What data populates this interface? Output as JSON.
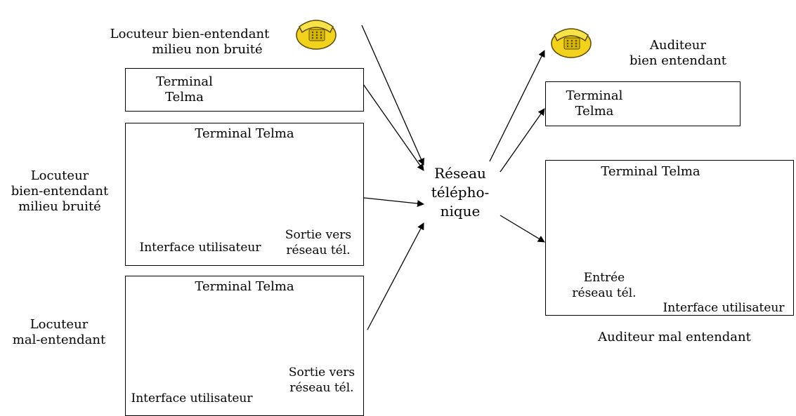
{
  "speakers": {
    "quiet": {
      "line1": "Locuteur bien-entendant",
      "line2": "milieu non bruité"
    },
    "noisy": {
      "line1": "Locuteur",
      "line2": "bien-entendant",
      "line3": "milieu bruité"
    },
    "impaired": {
      "line1": "Locuteur",
      "line2": "mal-entendant"
    }
  },
  "terminals": {
    "quiet": {
      "line1": "Terminal",
      "line2": "Telma"
    },
    "noisy": {
      "title": "Terminal Telma",
      "caption_left": "Interface utilisateur",
      "caption_right_1": "Sortie vers",
      "caption_right_2": "réseau tél."
    },
    "impaired": {
      "title": "Terminal Telma",
      "caption_left": "Interface utilisateur",
      "caption_right_1": "Sortie vers",
      "caption_right_2": "réseau tél."
    },
    "listener_normal": {
      "line1": "Terminal",
      "line2": "Telma"
    },
    "listener_impaired": {
      "title": "Terminal Telma",
      "caption_left_1": "Entrée",
      "caption_left_2": "réseau tél.",
      "caption_right": "Interface utilisateur"
    }
  },
  "network": {
    "line1": "Réseau",
    "line2": "télépho-",
    "line3": "nique"
  },
  "listeners": {
    "normal": {
      "line1": "Auditeur",
      "line2": "bien entendant"
    },
    "impaired": {
      "label": "Auditeur mal entendant"
    }
  },
  "colors": {
    "waveform": "#3a4fb0",
    "phone": "#f2d21b"
  }
}
